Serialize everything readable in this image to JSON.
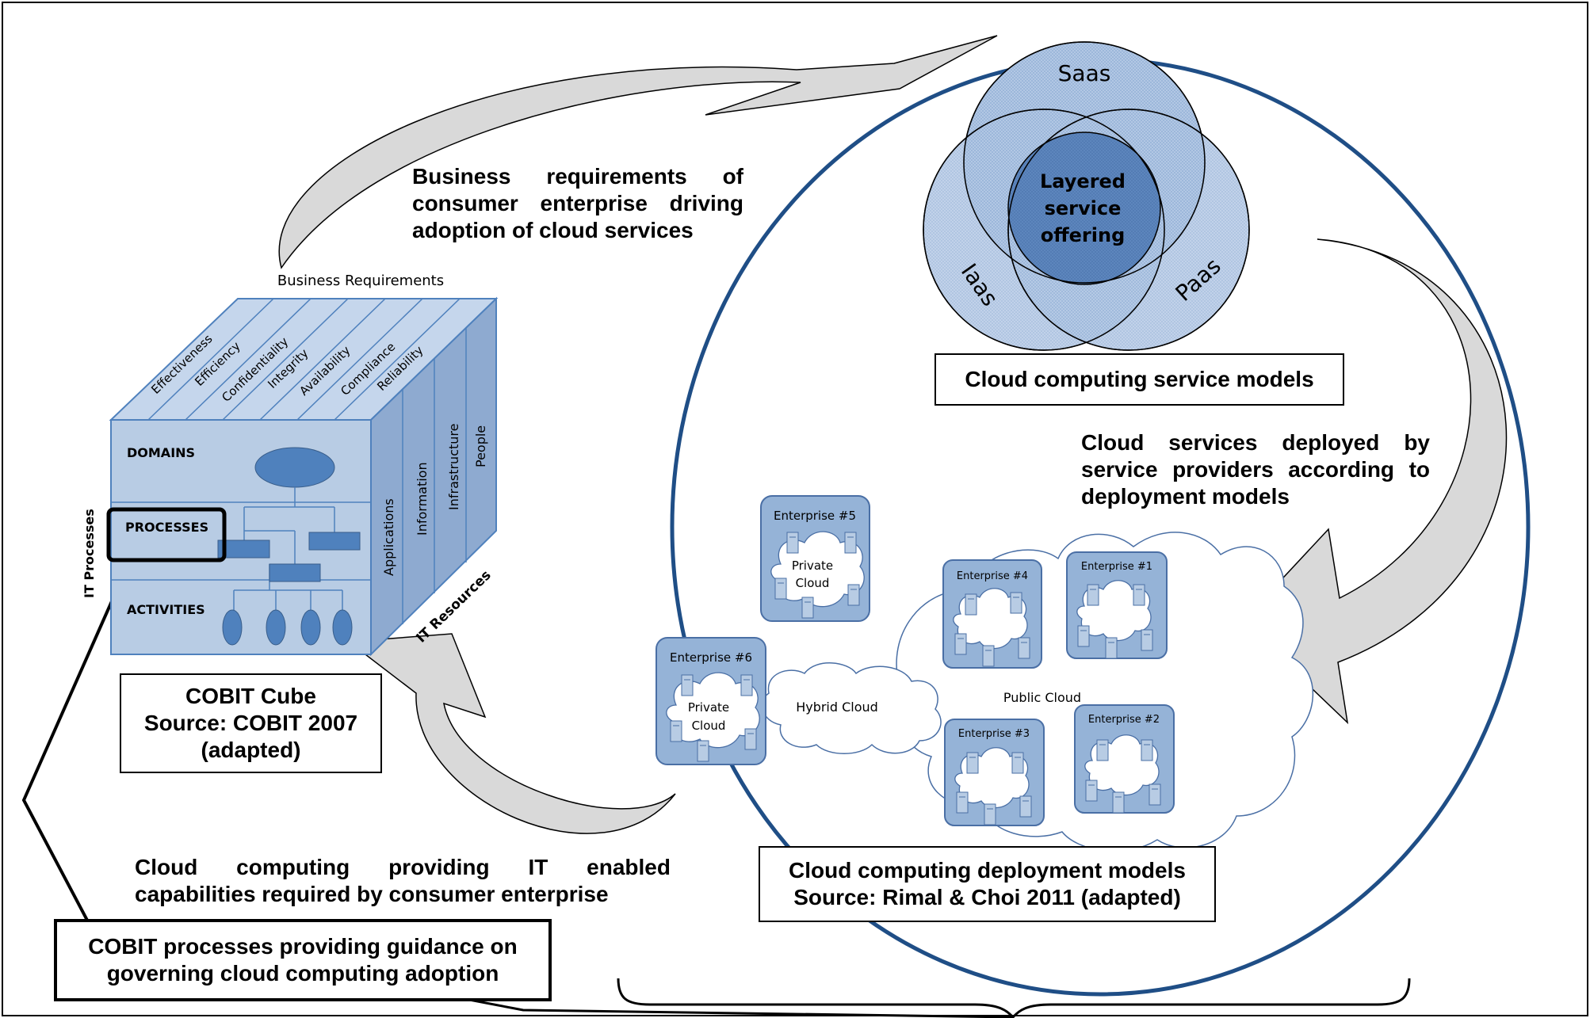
{
  "texts": {
    "business_requirements_driving": [
      "Business requirements of",
      "consumer enterprise driving",
      "adoption of cloud services"
    ],
    "cloud_services_deployed": [
      "Cloud services deployed by",
      "service providers according to",
      "deployment models"
    ],
    "cloud_capabilities": [
      "Cloud computing providing IT enabled",
      "capabilities required by consumer enterprise"
    ]
  },
  "boxes": {
    "service_models": "Cloud computing service models",
    "cobit_cube": [
      "COBIT Cube",
      "Source: COBIT 2007",
      "(adapted)"
    ],
    "deployment_models": [
      "Cloud computing deployment models",
      "Source: Rimal & Choi 2011 (adapted)"
    ],
    "cobit_processes": [
      "COBIT processes providing guidance on",
      "governing cloud computing adoption"
    ]
  },
  "venn": {
    "saas": "Saas",
    "iaas": "Iaas",
    "paas": "Paas",
    "center": [
      "Layered",
      "service",
      "offering"
    ]
  },
  "cube": {
    "top_label": "Business Requirements",
    "criteria": [
      "Effectiveness",
      "Efficiency",
      "Confidentiality",
      "Integrity",
      "Availability",
      "Compliance",
      "Reliability"
    ],
    "rows": [
      "DOMAINS",
      "PROCESSES",
      "ACTIVITIES"
    ],
    "side_label": "IT Processes",
    "resources": [
      "Applications",
      "Information",
      "Infrastructure",
      "People"
    ],
    "resources_label": "IT Resources"
  },
  "deployment": {
    "enterprises": [
      "Enterprise #5",
      "Enterprise #6",
      "Enterprise #4",
      "Enterprise #1",
      "Enterprise #3",
      "Enterprise #2"
    ],
    "private_cloud": [
      "Private",
      "Cloud"
    ],
    "hybrid_cloud": "Hybrid Cloud",
    "public_cloud": "Public Cloud"
  },
  "colors": {
    "big_circle_stroke": "#1f4e86",
    "venn_fill": "#a9c1e0",
    "venn_center": "#5b86c0",
    "cube_front": "#b8cce4",
    "cube_shape": "#4f81bd",
    "enterprise_fill": "#95b3d7",
    "arrow_fill": "#d9d9d9"
  }
}
